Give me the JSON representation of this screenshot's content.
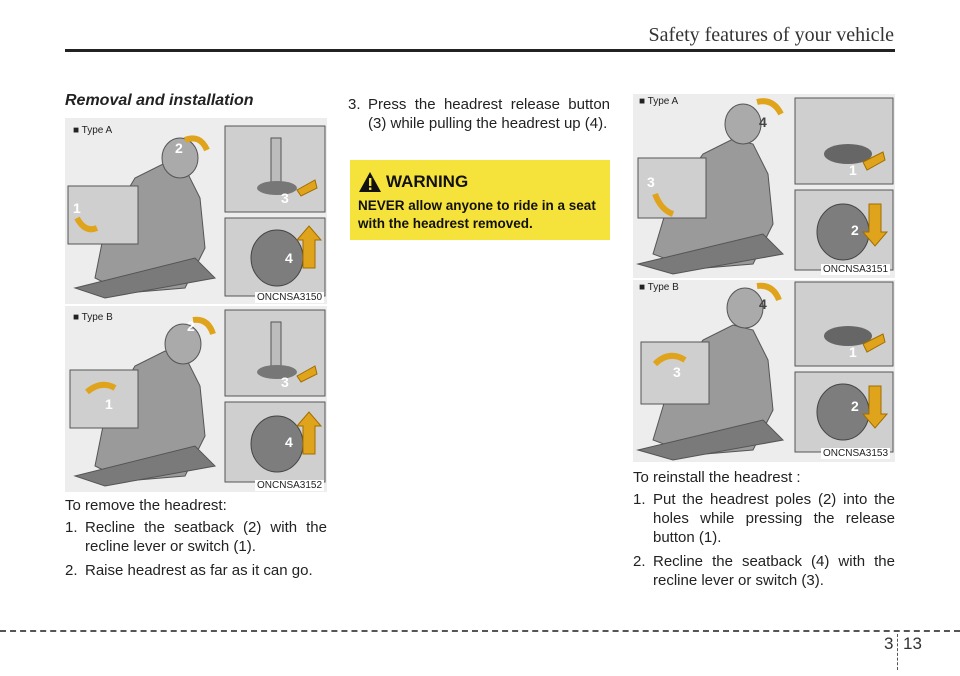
{
  "header": {
    "title": "Safety features of your vehicle"
  },
  "section": {
    "heading": "Removal and installation"
  },
  "figures": {
    "left_top": {
      "type_label": "■ Type A",
      "code": "ONCNSA3150",
      "callouts": [
        "1",
        "2",
        "3",
        "4"
      ]
    },
    "left_bottom": {
      "type_label": "■ Type B",
      "code": "ONCNSA3152",
      "callouts": [
        "1",
        "2",
        "3",
        "4"
      ]
    },
    "right_top": {
      "type_label": "■ Type A",
      "code": "ONCNSA3151",
      "callouts": [
        "1",
        "2",
        "3",
        "4"
      ]
    },
    "right_bottom": {
      "type_label": "■ Type B",
      "code": "ONCNSA3153",
      "callouts": [
        "1",
        "2",
        "3",
        "4"
      ]
    }
  },
  "removal": {
    "intro": "To remove the headrest:",
    "steps": [
      {
        "num": "1.",
        "text": "Recline the seatback (2) with the recline lever or switch (1)."
      },
      {
        "num": "2.",
        "text": "Raise headrest as far as it can go."
      },
      {
        "num": "3.",
        "text": "Press the headrest release button (3) while pulling the headrest up (4)."
      }
    ]
  },
  "warning": {
    "title": "WARNING",
    "text": "NEVER allow anyone to ride in a seat with the headrest removed.",
    "icon": "warning-triangle-icon",
    "bg_color": "#f5e23a"
  },
  "reinstall": {
    "intro": "To reinstall the headrest :",
    "steps": [
      {
        "num": "1.",
        "text": "Put the headrest poles (2) into the holes while pressing the release button (1)."
      },
      {
        "num": "2.",
        "text": "Recline the seatback (4) with the recline lever or switch (3)."
      }
    ]
  },
  "footer": {
    "chapter": "3",
    "page": "13"
  }
}
